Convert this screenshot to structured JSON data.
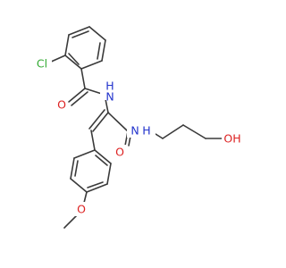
{
  "molecule": {
    "atoms": {
      "cl": "Cl",
      "n_amide": "N",
      "h_amide": "H",
      "o_benzoyl": "O",
      "n_right": "N",
      "h_right": "H",
      "o_right": "O",
      "oh": "OH",
      "o_methoxy": "O"
    },
    "colors": {
      "bond": "#3a3a3a",
      "chlorine": "#33aa33",
      "nitrogen": "#2233cc",
      "oxygen": "#dd2222"
    }
  }
}
